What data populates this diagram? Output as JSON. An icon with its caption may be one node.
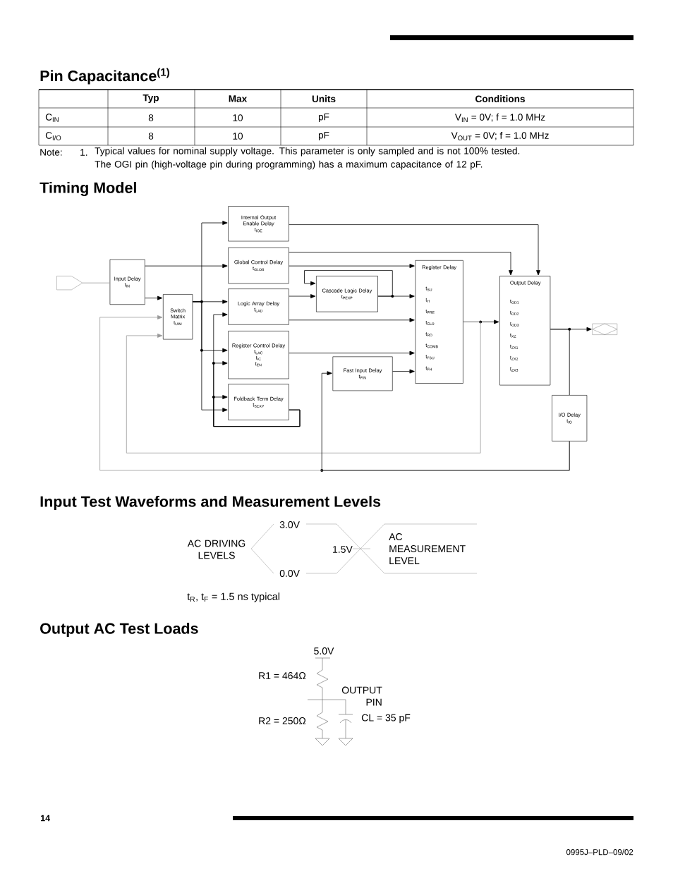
{
  "diagram": {
    "nodes": [
      {
        "text": [],
        "shape": "pentagon"
      },
      {
        "text": [
          "Input Delay",
          "t$_{IN}$"
        ]
      },
      {
        "text": [
          "Switch Matrix",
          "t$_{UIM}$"
        ]
      },
      {
        "text": [
          "Internal Output Enable Delay",
          "t$_{IOE}$"
        ]
      },
      {
        "text": [
          "Global Control Delay",
          "t$_{GLOB}$"
        ]
      },
      {
        "text": [
          "Logic Array Delay",
          "t$_{LAD}$"
        ]
      },
      {
        "text": [
          "Register Control Delay",
          "t$_{LAC}$",
          "t$_{IC}$",
          "t$_{EN}$"
        ]
      },
      {
        "text": [
          "Foldback Term Delay",
          "t$_{SEXP}$"
        ]
      },
      {
        "text": [
          "Cascade Logic Delay",
          "t$_{PEXP}$"
        ]
      },
      {
        "text": [
          "Fast Input Delay",
          "t$_{FIN}$"
        ]
      },
      {
        "text": [
          "Register Delay",
          "t$_{SU}$",
          "t$_{H}$",
          "t$_{PRE}$",
          "t$_{CLR}$",
          "t$_{RD}$",
          "t$_{COMB}$",
          "t$_{FSU}$",
          "t$_{FH}$"
        ]
      },
      {
        "text": [
          "Output Delay",
          "t$_{OD1}$",
          "t$_{OD2}$",
          "t$_{OD3}$",
          "t$_{XZ}$",
          "t$_{ZX1}$",
          "t$_{ZX2}$",
          "t$_{ZX3}$"
        ]
      },
      {
        "text": [
          "I/O Delay",
          "t$_{IO}$"
        ]
      },
      {
        "text": [],
        "shape": "diamond"
      }
    ],
    "edges": [
      {
        "from": 0,
        "to": 1,
        "arrow": "none",
        "color": "#999999"
      },
      {
        "from": 1,
        "to": 4,
        "arrow": "to"
      },
      {
        "from": 1,
        "to": 2,
        "arrow": "to"
      },
      {
        "from": 2,
        "to": 3,
        "arrow": "to"
      },
      {
        "from": 2,
        "to": 5,
        "arrow": "to"
      },
      {
        "from": 2,
        "to": 6,
        "arrow": "to"
      },
      {
        "from": 2,
        "to": 7,
        "arrow": "to"
      },
      {
        "from": 7,
        "to": 5,
        "arrow": "to"
      },
      {
        "from": 7,
        "to": 6,
        "arrow": "to"
      },
      {
        "from": 7,
        "to": 7,
        "arrow": "to"
      },
      {
        "from": 3,
        "to": 11,
        "arrow": "to"
      },
      {
        "from": 4,
        "to": 11,
        "arrow": "to"
      },
      {
        "from": 4,
        "to": 10,
        "arrow": "to"
      },
      {
        "from": 5,
        "to": 8,
        "arrow": "to"
      },
      {
        "from": 5,
        "to": 10,
        "arrow": "to"
      },
      {
        "from": 8,
        "to": 10,
        "arrow": "to"
      },
      {
        "from": 8,
        "to": 8,
        "arrow": "to"
      },
      {
        "from": 6,
        "to": 10,
        "arrow": "to"
      },
      {
        "from": 9,
        "to": 10,
        "arrow": "to"
      },
      {
        "from": 10,
        "to": 11,
        "arrow": "to"
      },
      {
        "from": 11,
        "to": 13,
        "arrow": "to"
      },
      {
        "from": 11,
        "to": 12,
        "arrow": "none"
      },
      {
        "from": 10,
        "to": 2,
        "arrow": "to",
        "color": "#999999"
      },
      {
        "from": 12,
        "to": 2,
        "arrow": "to",
        "color": "#999999"
      },
      {
        "from": 12,
        "to": 9,
        "arrow": "to"
      }
    ],
    "labels": [
      "Pin Capacitance$^{(1)}$",
      "Typ",
      "Max",
      "Units",
      "Conditions",
      "C$_{IN}$",
      "8",
      "10",
      "pF",
      "V$_{IN}$ = 0V; f = 1.0 MHz",
      "C$_{I/O}$",
      "8",
      "10",
      "pF",
      "V$_{OUT}$ = 0V; f = 1.0 MHz",
      "Note:",
      "1.",
      "Typical values for nominal supply voltage. This parameter is only sampled and is not 100% tested. The OGI pin (high-voltage pin during programming) has a maximum capacitance of 12 pF.",
      "Timing Model",
      "Input Test Waveforms and Measurement Levels",
      "3.0V",
      "AC DRIVING LEVELS",
      "1.5V",
      "AC MEASUREMENT LEVEL",
      "0.0V",
      "t$_{R}$, t$_{F}$ = 1.5 ns typical",
      "Output AC Test Loads",
      "5.0V",
      "R1 = 464Ω",
      "OUTPUT PIN",
      "R2 = 250Ω",
      "CL = 35 pF",
      "14",
      "0995J–PLD–09/02"
    ]
  }
}
